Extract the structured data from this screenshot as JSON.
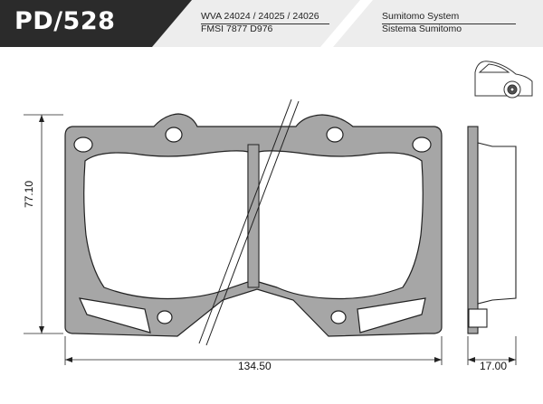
{
  "header": {
    "code": "PD/528",
    "references": {
      "line1": "WVA 24024 / 24025 / 24026",
      "line2": "FMSI 7877 D976"
    },
    "system": {
      "line1": "Sumitomo System",
      "line2": "Sistema Sumitomo"
    }
  },
  "icons": {
    "vehicle": "car-icon"
  },
  "dimensions": {
    "width": "134.50",
    "height": "77.10",
    "thickness": "17.00"
  },
  "colors": {
    "header_dark": "#2b2b2b",
    "header_light": "#ededed",
    "plate_fill": "#a6a6a6",
    "friction_fill": "#ffffff",
    "outline": "#222222"
  }
}
